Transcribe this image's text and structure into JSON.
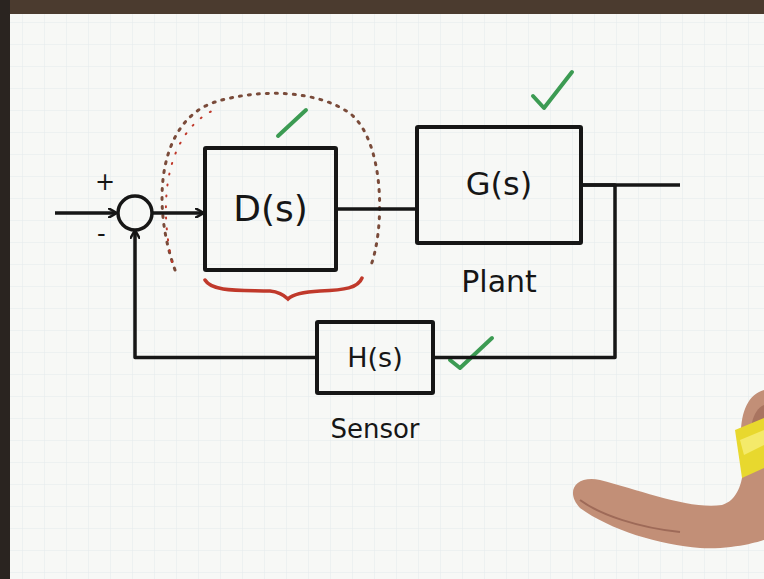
{
  "diagram": {
    "nodes": [
      {
        "text": [
          "D(s)"
        ]
      },
      {
        "text": [
          "G(s)",
          "Plant"
        ]
      },
      {
        "text": [
          "H(s)",
          "Sensor"
        ]
      }
    ],
    "edges": [
      {
        "from": 0,
        "to": 1,
        "arrow": "none"
      },
      {
        "from": 1,
        "to": 2,
        "arrow": "none"
      },
      {
        "from": 2,
        "to": 0,
        "arrow": "to"
      }
    ],
    "labels": [
      "+",
      "-"
    ]
  }
}
